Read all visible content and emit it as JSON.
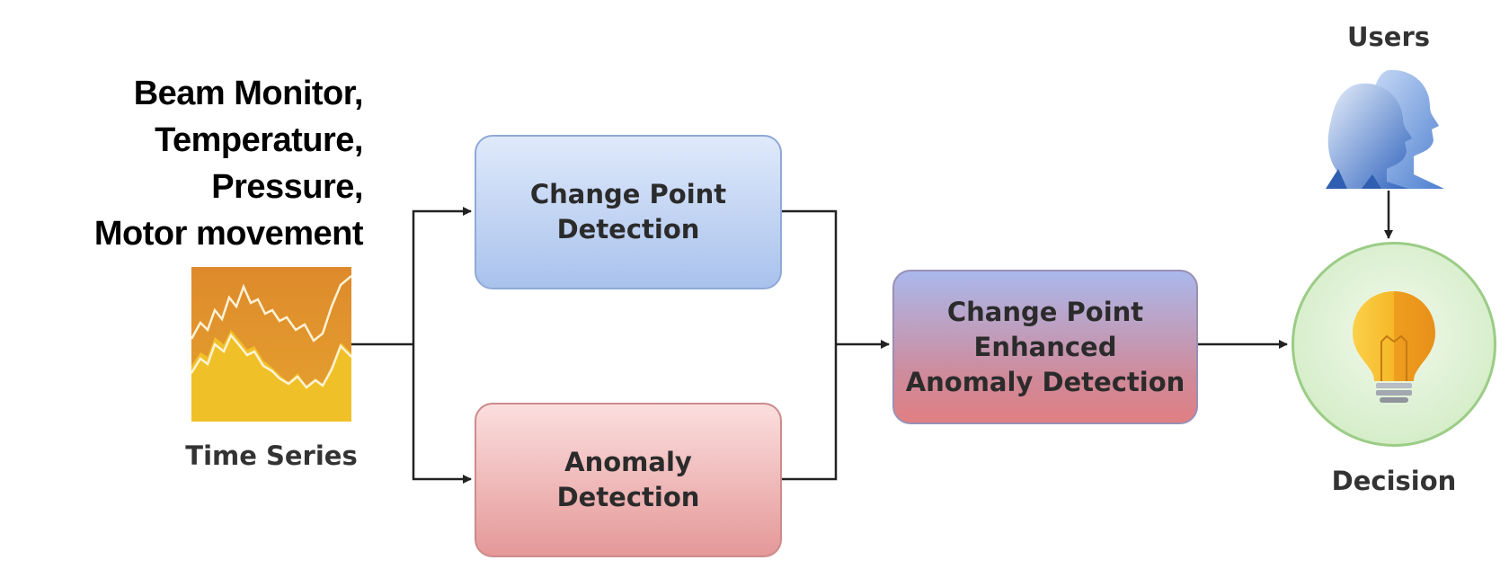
{
  "inputs": {
    "lines": [
      "Beam Monitor,",
      "Temperature,",
      "Pressure,",
      "Motor movement"
    ]
  },
  "time_series": {
    "caption": "Time Series",
    "icon": "time-series-chart-icon"
  },
  "boxes": {
    "change_point_detection": {
      "line1": "Change Point",
      "line2": "Detection",
      "color": "#a9c2ec"
    },
    "anomaly_detection": {
      "line1": "Anomaly",
      "line2": "Detection",
      "color": "#e59898"
    },
    "enhanced": {
      "line1": "Change Point",
      "line2": "Enhanced",
      "line3": "Anomaly Detection",
      "color": "#c88fa6"
    }
  },
  "users": {
    "label": "Users",
    "icon": "users-icon",
    "color": "#3f72c7"
  },
  "decision": {
    "label": "Decision",
    "icon": "lightbulb-icon",
    "color": "#f0b224"
  },
  "connector_color": "#222222"
}
